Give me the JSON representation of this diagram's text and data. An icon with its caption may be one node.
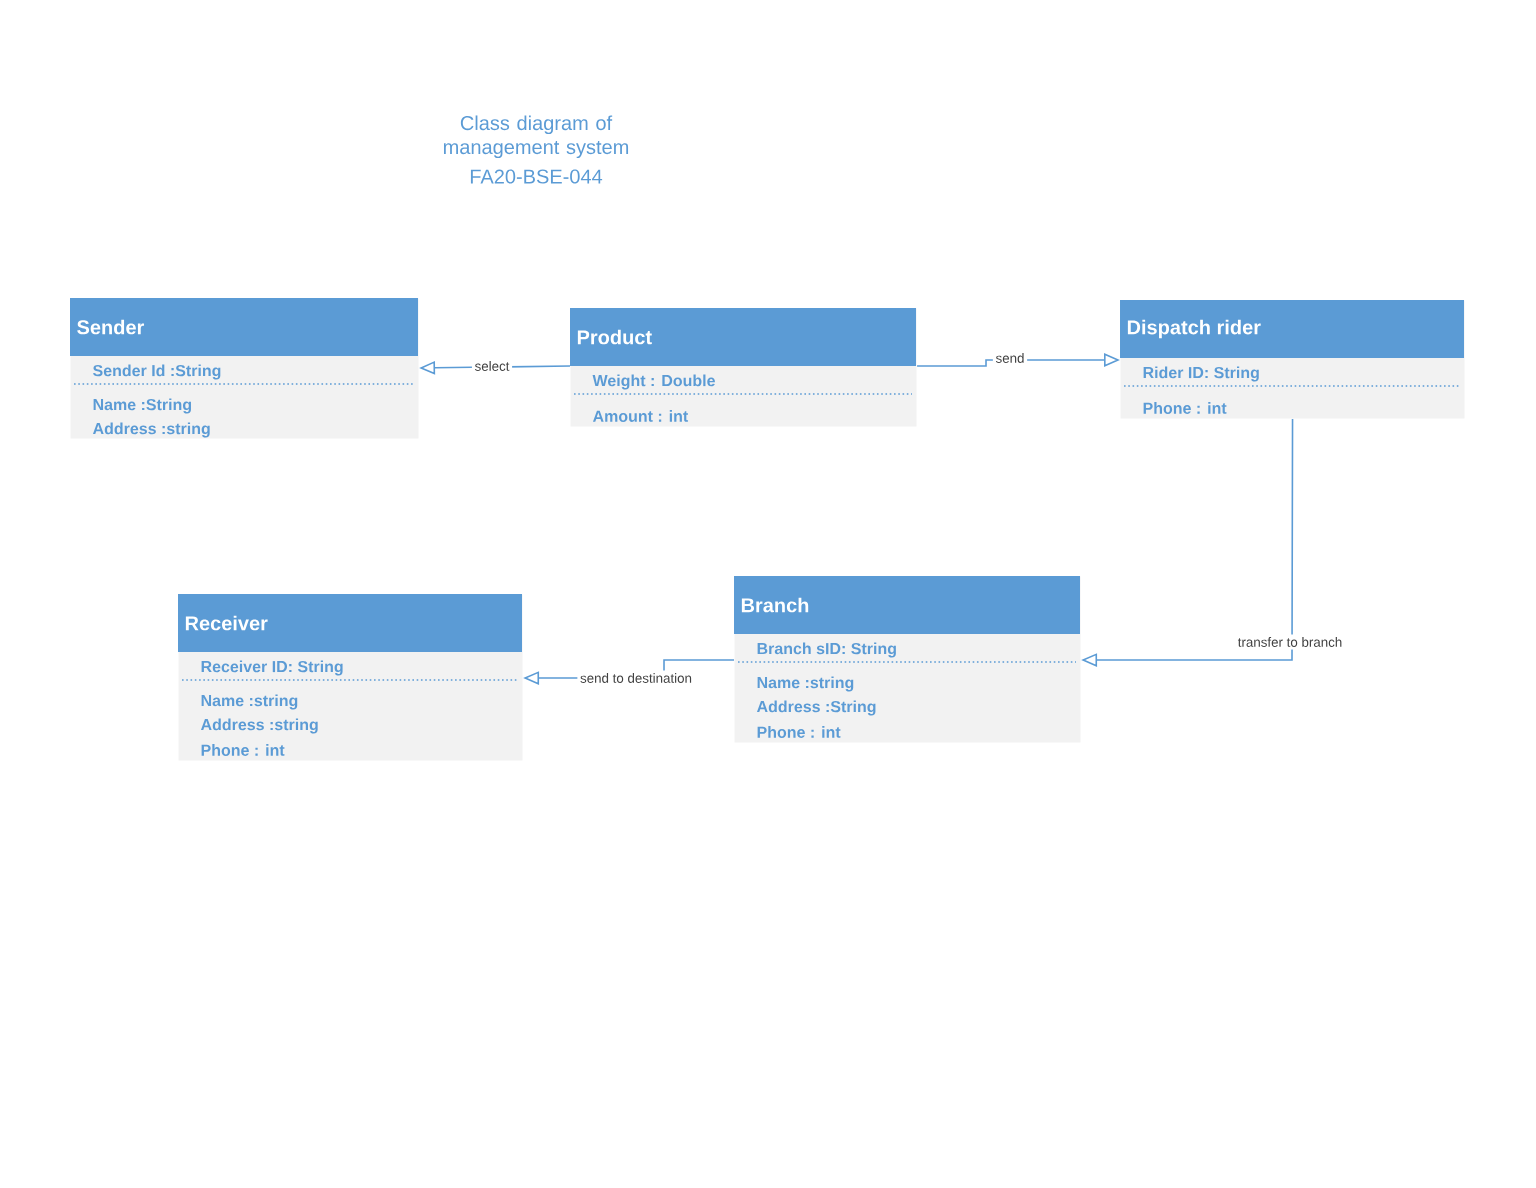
{
  "diagram": {
    "title": "Class diagram of management system",
    "nodes": [
      {
        "text": [
          "Sender",
          "Sender Id :String",
          "Name :String",
          "Address :string"
        ]
      },
      {
        "text": [
          "Product",
          "Weight : Double",
          "Amount : int"
        ]
      },
      {
        "text": [
          "Dispatch rider",
          "Rider ID: String",
          "Phone : int"
        ]
      },
      {
        "text": [
          "Receiver",
          "Receiver ID: String",
          "Name :string",
          "Address :string",
          "Phone : int"
        ]
      },
      {
        "text": [
          "Branch",
          "Branch sID: String",
          "Name :string",
          "Address :String",
          "Phone : int"
        ]
      }
    ],
    "edges": [
      {
        "from": 1,
        "to": 0,
        "arrow": "to",
        "label": "select"
      },
      {
        "from": 1,
        "to": 2,
        "arrow": "to",
        "label": "send"
      },
      {
        "from": 2,
        "to": 4,
        "arrow": "to",
        "label": "transfer to branch"
      },
      {
        "from": 4,
        "to": 3,
        "arrow": "to",
        "label": "send to destination"
      }
    ],
    "labels": [
      "FA20-BSE-044"
    ]
  }
}
